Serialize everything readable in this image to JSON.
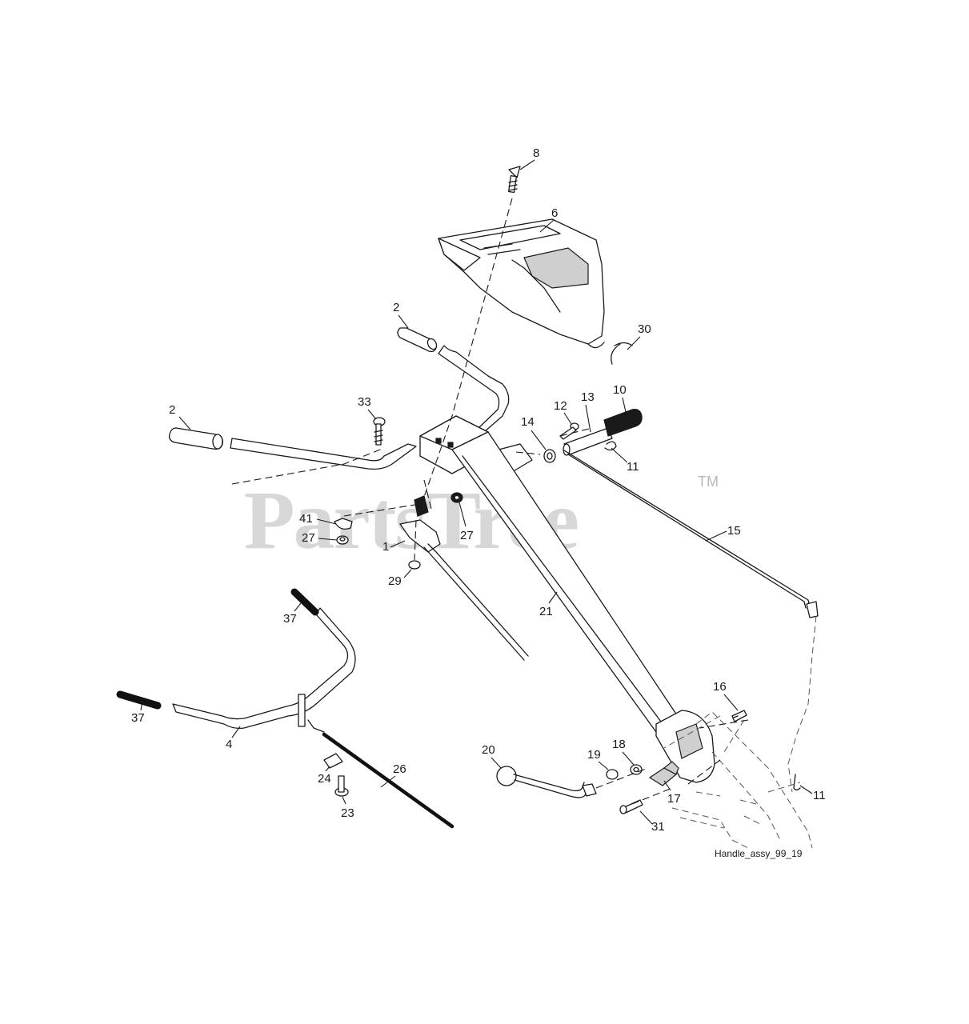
{
  "diagram": {
    "caption": "Handle_assy_99_19",
    "watermark": "PartsTree",
    "watermark_tm": "TM",
    "callouts": {
      "c8": "8",
      "c6": "6",
      "c2_top": "2",
      "c30": "30",
      "c10": "10",
      "c12": "12",
      "c13": "13",
      "c2_left": "2",
      "c33": "33",
      "c14": "14",
      "c11_top": "11",
      "c41": "41",
      "c27_left": "27",
      "c27_right": "27",
      "c1": "1",
      "c15": "15",
      "c29": "29",
      "c37_top": "37",
      "c21": "21",
      "c37_left": "37",
      "c16": "16",
      "c4": "4",
      "c20": "20",
      "c19": "19",
      "c18": "18",
      "c26": "26",
      "c24": "24",
      "c17": "17",
      "c11_bottom": "11",
      "c23": "23",
      "c31": "31"
    }
  }
}
